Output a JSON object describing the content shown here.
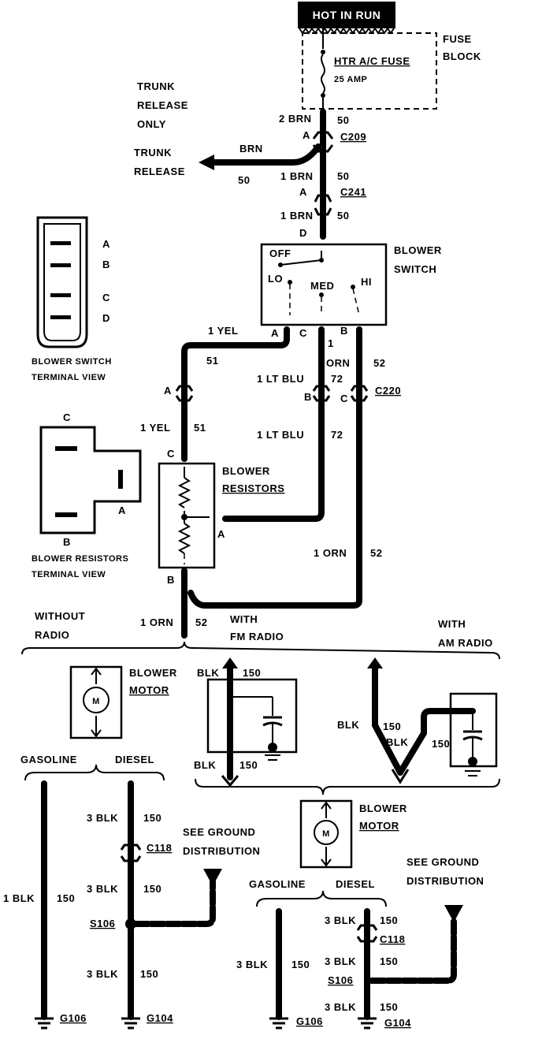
{
  "header": {
    "hot_in_run": "HOT IN RUN"
  },
  "fuse_block": {
    "label_line1": "FUSE",
    "label_line2": "BLOCK",
    "fuse_name": "HTR A/C FUSE",
    "fuse_rating": "25 AMP"
  },
  "trunk": {
    "note_line1": "TRUNK",
    "note_line2": "RELEASE",
    "note_line3": "ONLY",
    "dest_line1": "TRUNK",
    "dest_line2": "RELEASE",
    "wire_color": "BRN",
    "circuit": "50"
  },
  "c209": {
    "wire_size": "2 BRN",
    "circuit": "50",
    "pin": "A",
    "name": "C209"
  },
  "c241": {
    "wire_size": "1 BRN",
    "circuit": "50",
    "pin": "A",
    "name": "C241"
  },
  "to_switch": {
    "wire_size": "1 BRN",
    "circuit": "50",
    "pin": "D"
  },
  "blower_switch": {
    "label_line1": "BLOWER",
    "label_line2": "SWITCH",
    "pos_off": "OFF",
    "pos_lo": "LO",
    "pos_med": "MED",
    "pos_hi": "HI",
    "pin_a": "A",
    "pin_c": "C",
    "pin_b": "B",
    "terminal_title1": "BLOWER SWITCH",
    "terminal_title2": "TERMINAL VIEW",
    "terminal_pins": [
      "A",
      "B",
      "C",
      "D"
    ]
  },
  "wires": {
    "yel_top_size": "1 YEL",
    "yel_top_circuit": "51",
    "orn_top_size": "1",
    "orn_top_color": "ORN",
    "orn_top_circuit": "52",
    "ltblu_top_size": "1 LT BLU",
    "ltblu_top_circuit": "72",
    "c220_name": "C220",
    "c220_pin_a": "A",
    "c220_pin_b": "B",
    "c220_pin_c": "C",
    "yel_bot_size": "1 YEL",
    "yel_bot_circuit": "51",
    "ltblu_bot_size": "1 LT BLU",
    "ltblu_bot_circuit": "72",
    "orn_bot_size": "1 ORN",
    "orn_bot_circuit": "52",
    "orn_out_size": "1 ORN",
    "orn_out_circuit": "52"
  },
  "blower_resistors": {
    "label_line1": "BLOWER",
    "label_line2": "RESISTORS",
    "pin_c": "C",
    "pin_a": "A",
    "pin_b": "B",
    "terminal_title1": "BLOWER RESISTORS",
    "terminal_title2": "TERMINAL VIEW",
    "terminal_pin_c": "C",
    "terminal_pin_a": "A",
    "terminal_pin_b": "B"
  },
  "options": {
    "without_radio1": "WITHOUT",
    "without_radio2": "RADIO",
    "with_fm1": "WITH",
    "with_fm2": "FM RADIO",
    "with_am1": "WITH",
    "with_am2": "AM RADIO"
  },
  "left_motor": {
    "label_line1": "BLOWER",
    "label_line2": "MOTOR",
    "motor_symbol": "M",
    "gasoline": "GASOLINE",
    "diesel": "DIESEL",
    "gas_wire": "1 BLK",
    "gas_circuit": "150",
    "diesel_wire1": "3 BLK",
    "diesel_circuit1": "150",
    "c118": "C118",
    "see_ground1": "SEE GROUND",
    "see_ground2": "DISTRIBUTION",
    "diesel_wire2": "3 BLK",
    "diesel_circuit2": "150",
    "s106": "S106",
    "diesel_wire3": "3 BLK",
    "diesel_circuit3": "150",
    "g106": "G106",
    "g104": "G104"
  },
  "fm": {
    "wire_top": "BLK",
    "circuit_top": "150",
    "wire_bot": "BLK",
    "circuit_bot": "150"
  },
  "am": {
    "wire1": "BLK",
    "circuit1": "150",
    "wire2": "BLK",
    "circuit2": "150"
  },
  "right_motor": {
    "label_line1": "BLOWER",
    "label_line2": "MOTOR",
    "motor_symbol": "M",
    "gasoline": "GASOLINE",
    "diesel": "DIESEL",
    "gas_wire": "3 BLK",
    "gas_circuit": "150",
    "diesel_wire1": "3 BLK",
    "diesel_circuit1": "150",
    "c118": "C118",
    "see_ground1": "SEE GROUND",
    "see_ground2": "DISTRIBUTION",
    "diesel_wire2": "3 BLK",
    "diesel_circuit2": "150",
    "s106": "S106",
    "diesel_wire3": "3 BLK",
    "diesel_circuit3": "150",
    "g106": "G106",
    "g104": "G104"
  }
}
